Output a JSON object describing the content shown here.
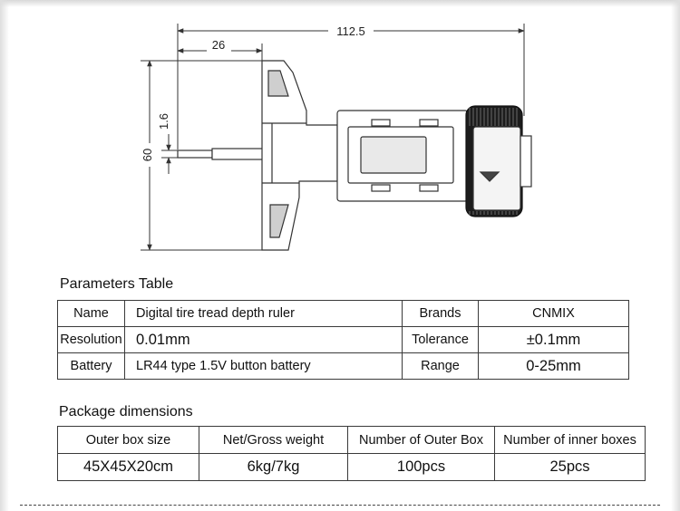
{
  "drawing": {
    "dim_overall_length": "112.5",
    "dim_probe_length": "26",
    "dim_probe_diameter": "1.6",
    "dim_height": "60"
  },
  "parameters": {
    "title": "Parameters Table",
    "rows": [
      {
        "label": "Name",
        "value": "Digital tire tread depth ruler",
        "label2": "Brands",
        "value2": "CNMIX"
      },
      {
        "label": "Resolution",
        "value": "0.01mm",
        "label2": "Tolerance",
        "value2": "±0.1mm"
      },
      {
        "label": "Battery",
        "value": "LR44 type 1.5V button battery",
        "label2": "Range",
        "value2": "0-25mm"
      }
    ]
  },
  "package": {
    "title": "Package dimensions",
    "headers": [
      "Outer box size",
      "Net/Gross weight",
      "Number of Outer Box",
      "Number of inner boxes"
    ],
    "values": [
      "45X45X20cm",
      "6kg/7kg",
      "100pcs",
      "25pcs"
    ]
  },
  "colors": {
    "line": "#333333",
    "knurl": "#1c1c1c"
  }
}
